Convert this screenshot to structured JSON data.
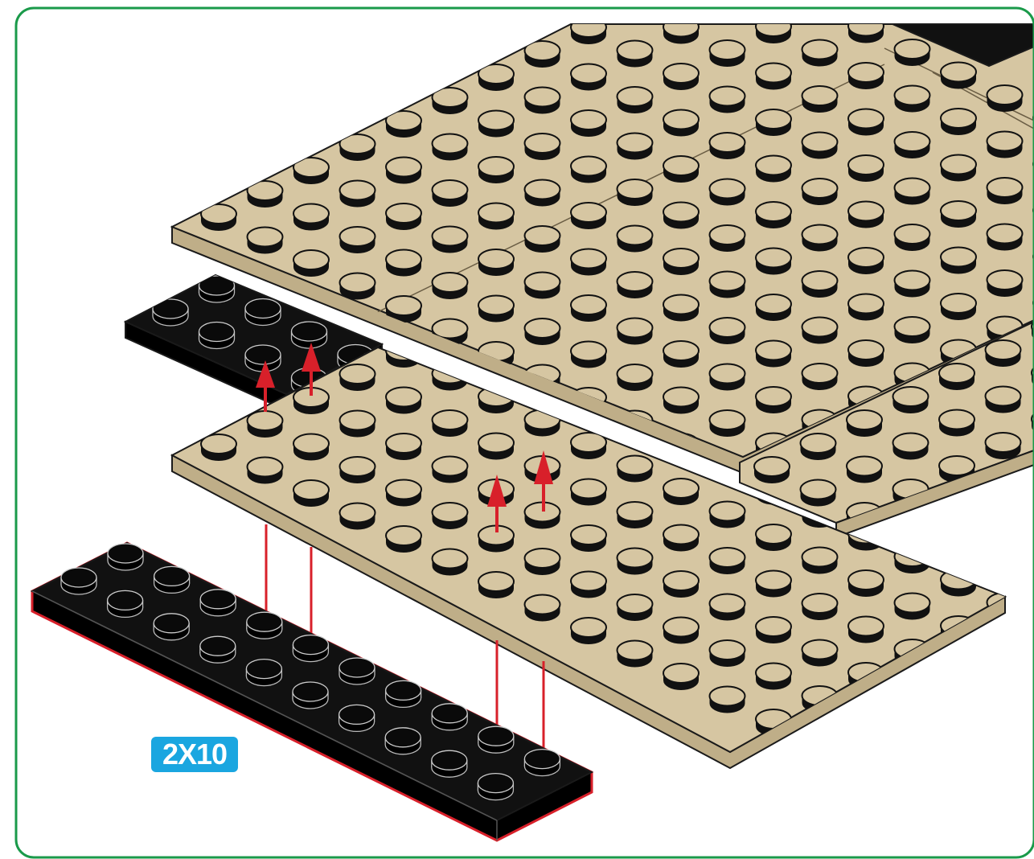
{
  "part_label": {
    "text": "2X10"
  },
  "colors": {
    "frame_border": "#1a9a4a",
    "tan_plate": "#d6c6a2",
    "tan_plate_side": "#bfae88",
    "black_plate": "#111111",
    "arrow_red": "#d8202a",
    "label_bg": "#1aa6e0"
  },
  "parts": [
    {
      "name": "tan-baseplate-upper",
      "color": "tan"
    },
    {
      "name": "tan-plate-lower",
      "color": "tan"
    },
    {
      "name": "black-plate-small",
      "color": "black"
    },
    {
      "name": "black-plate-2x10",
      "color": "black",
      "size": "2X10"
    }
  ]
}
